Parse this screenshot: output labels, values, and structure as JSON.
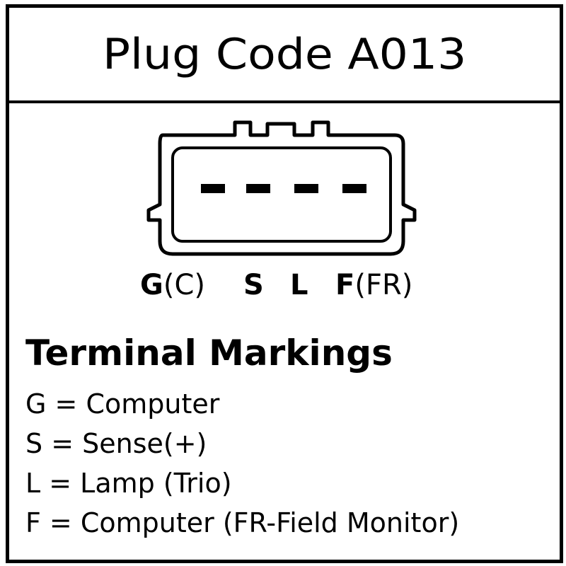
{
  "header": {
    "title": "Plug Code A013"
  },
  "connector": {
    "pin_count": 4,
    "pins": [
      {
        "code": "G",
        "alt": "(C)"
      },
      {
        "code": "S",
        "alt": ""
      },
      {
        "code": "L",
        "alt": ""
      },
      {
        "code": "F",
        "alt": "(FR)"
      }
    ]
  },
  "legend": {
    "heading": "Terminal Markings",
    "items": [
      {
        "text": "G = Computer"
      },
      {
        "text": "S = Sense(+)"
      },
      {
        "text": "L = Lamp (Trio)"
      },
      {
        "text": "F = Computer (FR-Field Monitor)"
      }
    ]
  },
  "colors": {
    "line": "#000000",
    "background": "#ffffff"
  }
}
